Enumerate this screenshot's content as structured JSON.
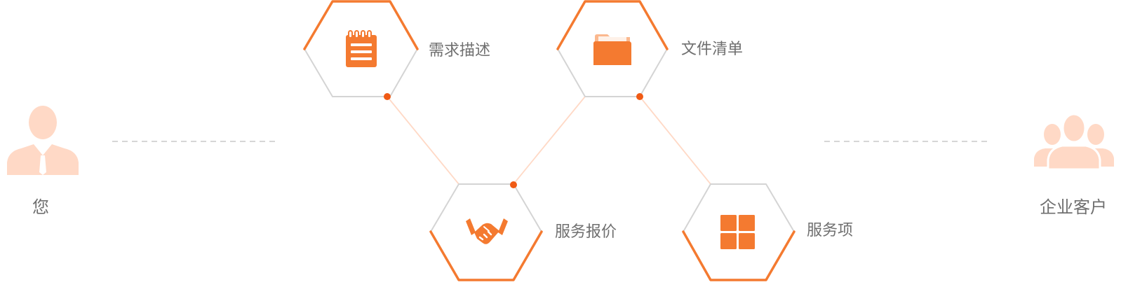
{
  "colors": {
    "accent": "#f47a30",
    "accent_light": "#ffd9c6",
    "hex_gray": "#d4d4d4",
    "dash": "#c8c8c8",
    "text": "#6f6f6f",
    "dot": "#f05a14"
  },
  "left_person": {
    "label": "您",
    "icon": "user-icon"
  },
  "right_person": {
    "label": "企业客户",
    "icon": "users-group-icon"
  },
  "steps": [
    {
      "label": "需求描述",
      "icon": "notepad-icon"
    },
    {
      "label": "文件清单",
      "icon": "folder-icon"
    },
    {
      "label": "服务报价",
      "icon": "handshake-icon"
    },
    {
      "label": "服务项",
      "icon": "grid-icon"
    }
  ]
}
